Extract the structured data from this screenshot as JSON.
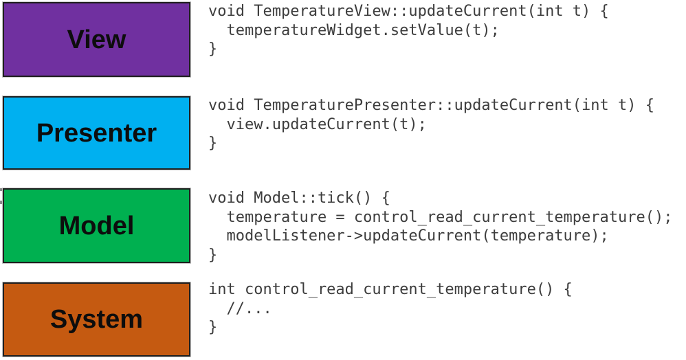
{
  "page": {
    "background": "#ffffff"
  },
  "diagram": {
    "type": "mvp-architecture-layers",
    "label_color": "#0d0d0d",
    "code_text_color": "#3d3d3d",
    "box_border_color": "#1f1f1f",
    "layers": [
      {
        "label": "View",
        "color": "#7030A0",
        "code": "void TemperatureView::updateCurrent(int t) {\n  temperatureWidget.setValue(t);\n}"
      },
      {
        "label": "Presenter",
        "color": "#00B0F0",
        "code": "void TemperaturePresenter::updateCurrent(int t) {\n  view.updateCurrent(t);\n}"
      },
      {
        "label": "Model",
        "color": "#00B050",
        "code": "void Model::tick() {\n  temperature = control_read_current_temperature();\n  modelListener->updateCurrent(temperature);\n}"
      },
      {
        "label": "System",
        "color": "#C55A11",
        "code": "int control_read_current_temperature() {\n  //...\n}"
      }
    ]
  }
}
